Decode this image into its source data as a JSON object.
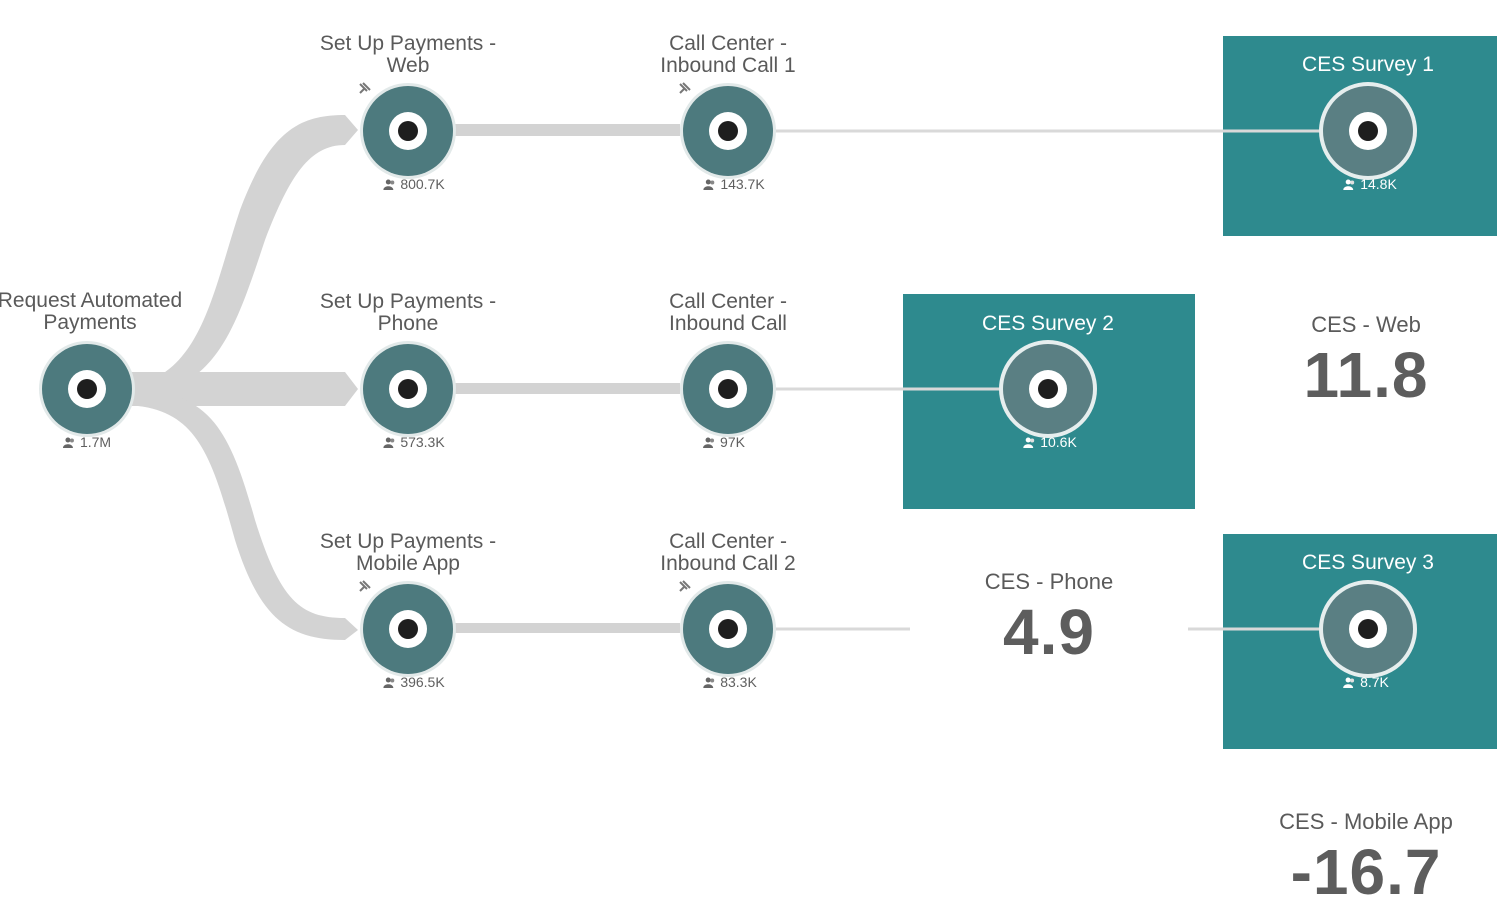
{
  "colors": {
    "teal_panel": "#2e8a8e",
    "node_fill": "#4d7a7e",
    "flow_gray": "#d3d3d3",
    "connector_gray": "#d9d9d9"
  },
  "nodes": {
    "root": {
      "label_lines": [
        "Request Automated",
        "Payments"
      ],
      "count": "1.7M"
    },
    "web": {
      "label_lines": [
        "Set Up Payments -",
        "Web"
      ],
      "count": "800.7K"
    },
    "phone": {
      "label_lines": [
        "Set Up Payments -",
        "Phone"
      ],
      "count": "573.3K"
    },
    "mobile": {
      "label_lines": [
        "Set Up Payments -",
        "Mobile App"
      ],
      "count": "396.5K"
    },
    "call1": {
      "label_lines": [
        "Call Center -",
        "Inbound Call 1"
      ],
      "count": "143.7K"
    },
    "call": {
      "label_lines": [
        "Call Center -",
        "Inbound Call"
      ],
      "count": "97K"
    },
    "call2": {
      "label_lines": [
        "Call Center -",
        "Inbound Call 2"
      ],
      "count": "83.3K"
    },
    "survey1": {
      "label": "CES Survey 1",
      "count": "14.8K"
    },
    "survey2": {
      "label": "CES Survey 2",
      "count": "10.6K"
    },
    "survey3": {
      "label": "CES Survey 3",
      "count": "8.7K"
    }
  },
  "metrics": {
    "web": {
      "title": "CES - Web",
      "value": "11.8"
    },
    "phone": {
      "title": "CES - Phone",
      "value": "4.9"
    },
    "mobile": {
      "title": "CES - Mobile App",
      "value": "-16.7"
    }
  },
  "icons": {
    "count_icon": "users-icon",
    "pin_icon": "pin-icon"
  }
}
